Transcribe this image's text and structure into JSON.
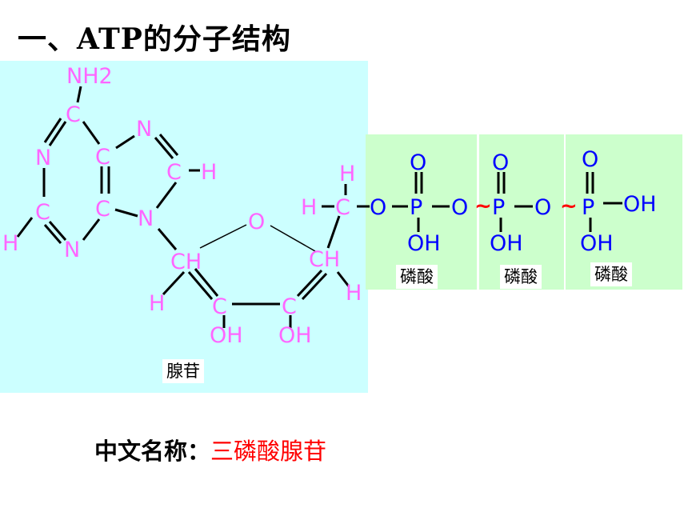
{
  "title": "一、ATP的分子结构",
  "labels": {
    "adenosine": "腺苷",
    "phosphate_1": "磷酸",
    "phosphate_2": "磷酸",
    "phosphate_3": "磷酸"
  },
  "chinese_name": {
    "label": "中文名称：",
    "value": "三磷酸腺苷"
  },
  "atoms": {
    "nh2": "NH2",
    "c_top": "C",
    "n_left": "N",
    "c_mid_upper": "C",
    "n_top_right": "N",
    "c_h_right": "C",
    "h_right": "H",
    "c_lower_left": "C",
    "c_mid_lower": "C",
    "n_nine": "N",
    "h_far_left": "H",
    "n_bottom": "N",
    "o_ring": "O",
    "ch_left": "CH",
    "ch_right": "CH",
    "h_under_left": "H",
    "h_under_right": "H",
    "c_bottom_left": "C",
    "c_bottom_right": "C",
    "oh_left": "OH",
    "oh_right": "OH",
    "h_top_ch2": "H",
    "h_left_ch2": "H",
    "c_ch2": "C",
    "o_link": "O",
    "p1": "P",
    "p1_o_top": "O",
    "p1_oh": "OH",
    "o_bridge_1": "O",
    "tilde_1": "~",
    "p2": "P",
    "p2_o_top": "O",
    "p2_oh": "OH",
    "o_bridge_2": "O",
    "tilde_2": "~",
    "p3": "P",
    "p3_o_top": "O",
    "p3_oh_right": "OH",
    "p3_oh": "OH"
  },
  "colors": {
    "adenosine_bg": "#ccffff",
    "phosphate_bg": "#ccffcc",
    "adenosine_atoms": "#ff66ff",
    "phosphate_atoms": "#0000ff",
    "high_energy_bond": "#ff0000",
    "chinese_name_value": "#ff0000"
  }
}
